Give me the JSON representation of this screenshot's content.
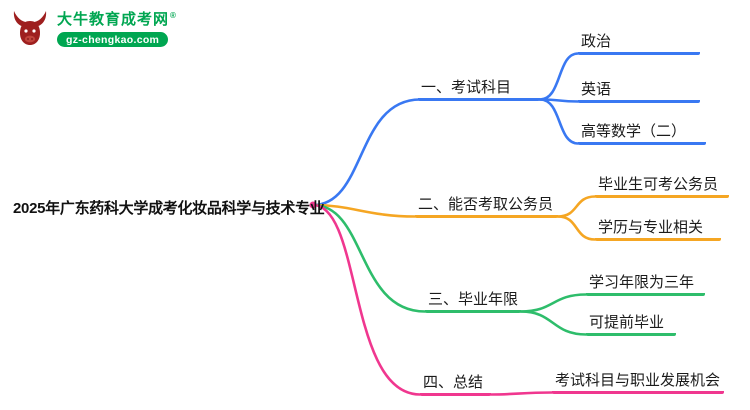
{
  "logo": {
    "name": "大牛教育成考网",
    "reg_mark": "®",
    "domain": "gz-chengkao.com",
    "brand_green": "#00A651",
    "bull_red": "#9E1F1F"
  },
  "mindmap": {
    "root": {
      "label": "2025年广东药科大学成考化妆品科学与技术专业"
    },
    "branches": [
      {
        "id": "exam-subjects",
        "label": "一、考试科目",
        "color": "#3978F2",
        "children": [
          {
            "label": "政治"
          },
          {
            "label": "英语"
          },
          {
            "label": "高等数学（二）"
          }
        ]
      },
      {
        "id": "civil-service",
        "label": "二、能否考取公务员",
        "color": "#F5A623",
        "children": [
          {
            "label": "毕业生可考公务员"
          },
          {
            "label": "学历与专业相关"
          }
        ]
      },
      {
        "id": "graduation-years",
        "label": "三、毕业年限",
        "color": "#2EBD6B",
        "children": [
          {
            "label": "学习年限为三年"
          },
          {
            "label": "可提前毕业"
          }
        ]
      },
      {
        "id": "summary",
        "label": "四、总结",
        "color": "#F0378F",
        "children": [
          {
            "label": "考试科目与职业发展机会"
          }
        ]
      }
    ]
  }
}
